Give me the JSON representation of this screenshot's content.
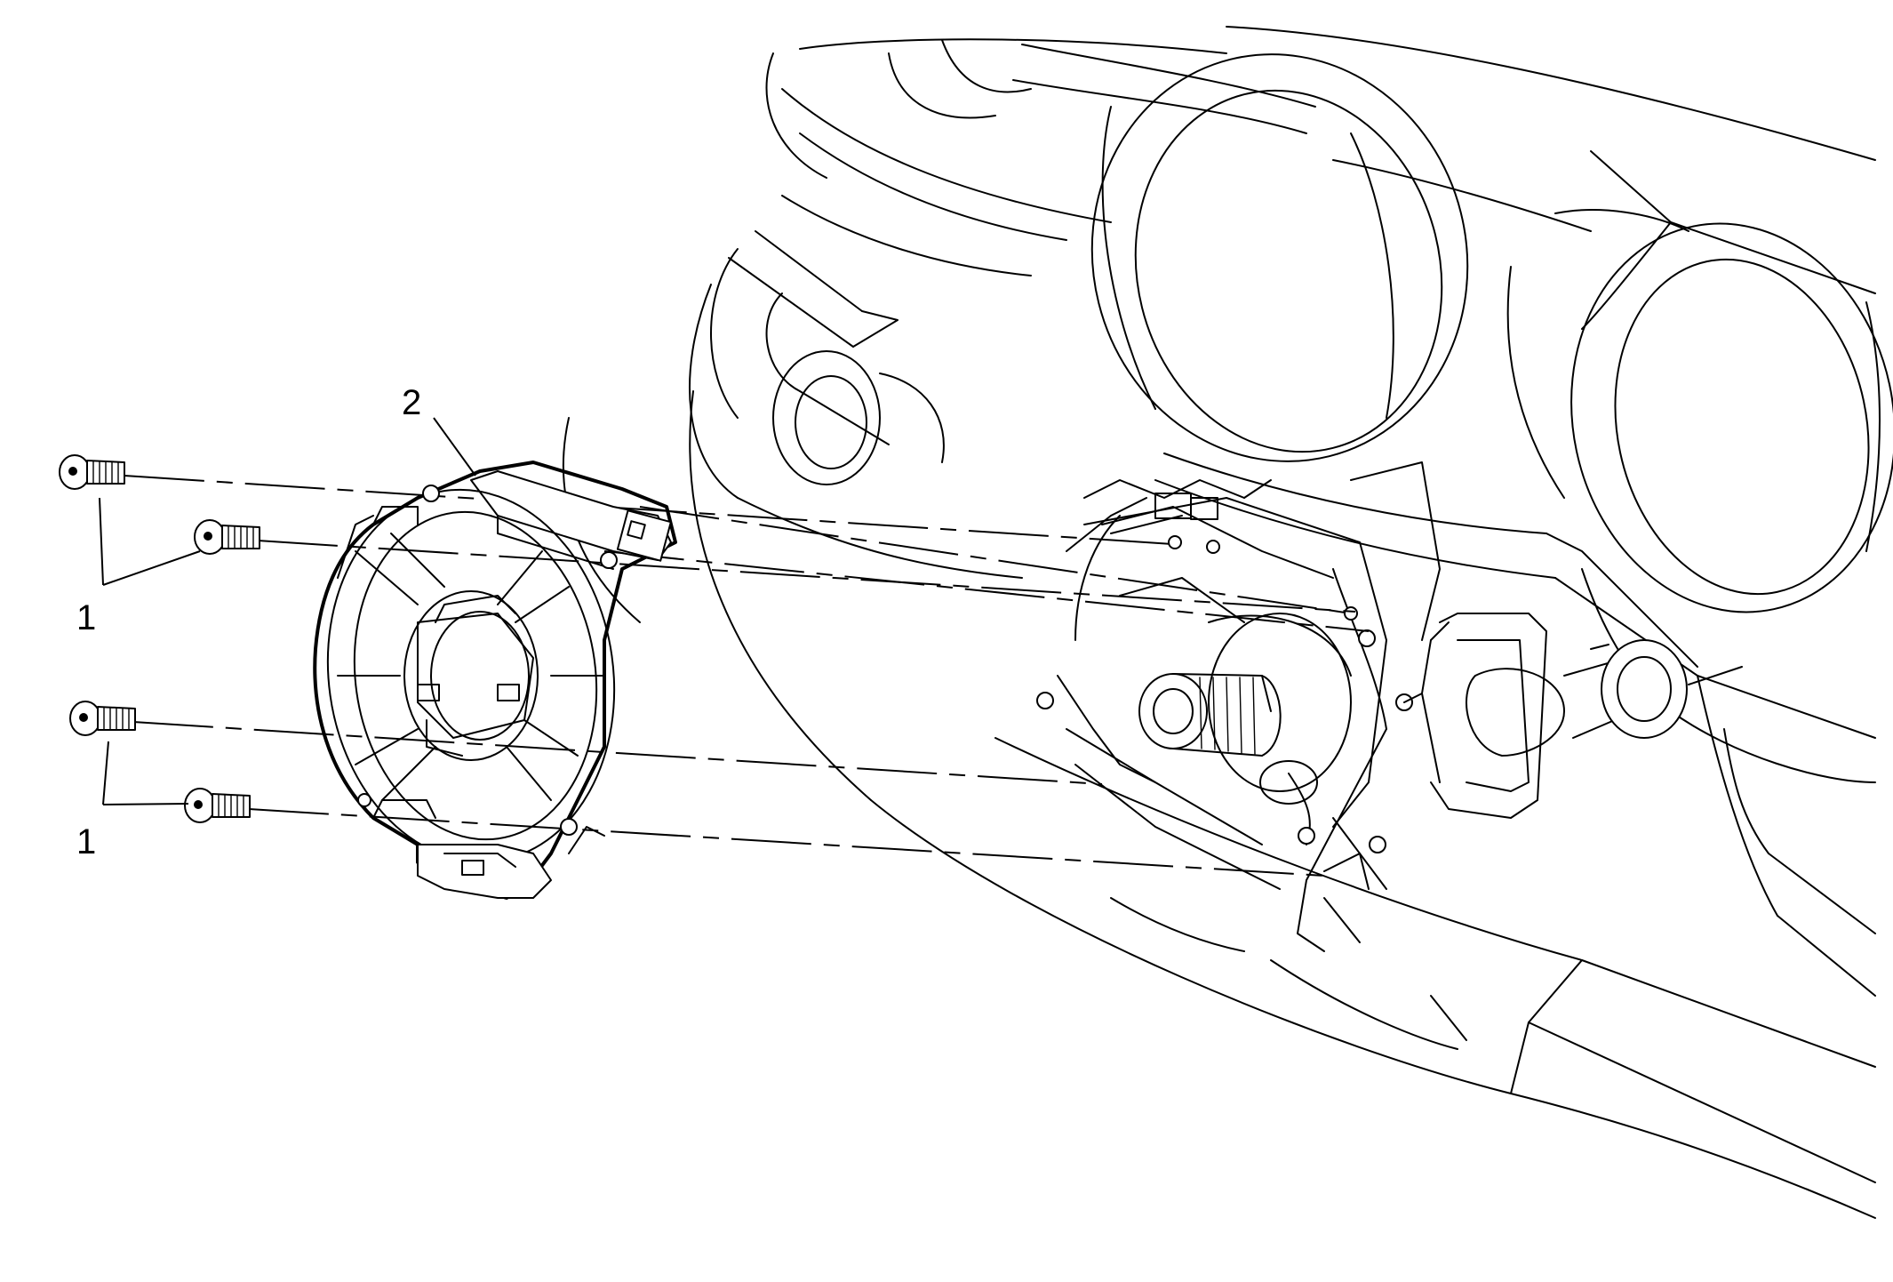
{
  "callouts": {
    "screws_upper": "1",
    "screws_lower": "1",
    "clockspring": "2"
  },
  "icons": {
    "screw": "screw-icon",
    "clockspring": "clockspring-icon"
  },
  "colors": {
    "line": "#000000",
    "background": "#ffffff"
  }
}
